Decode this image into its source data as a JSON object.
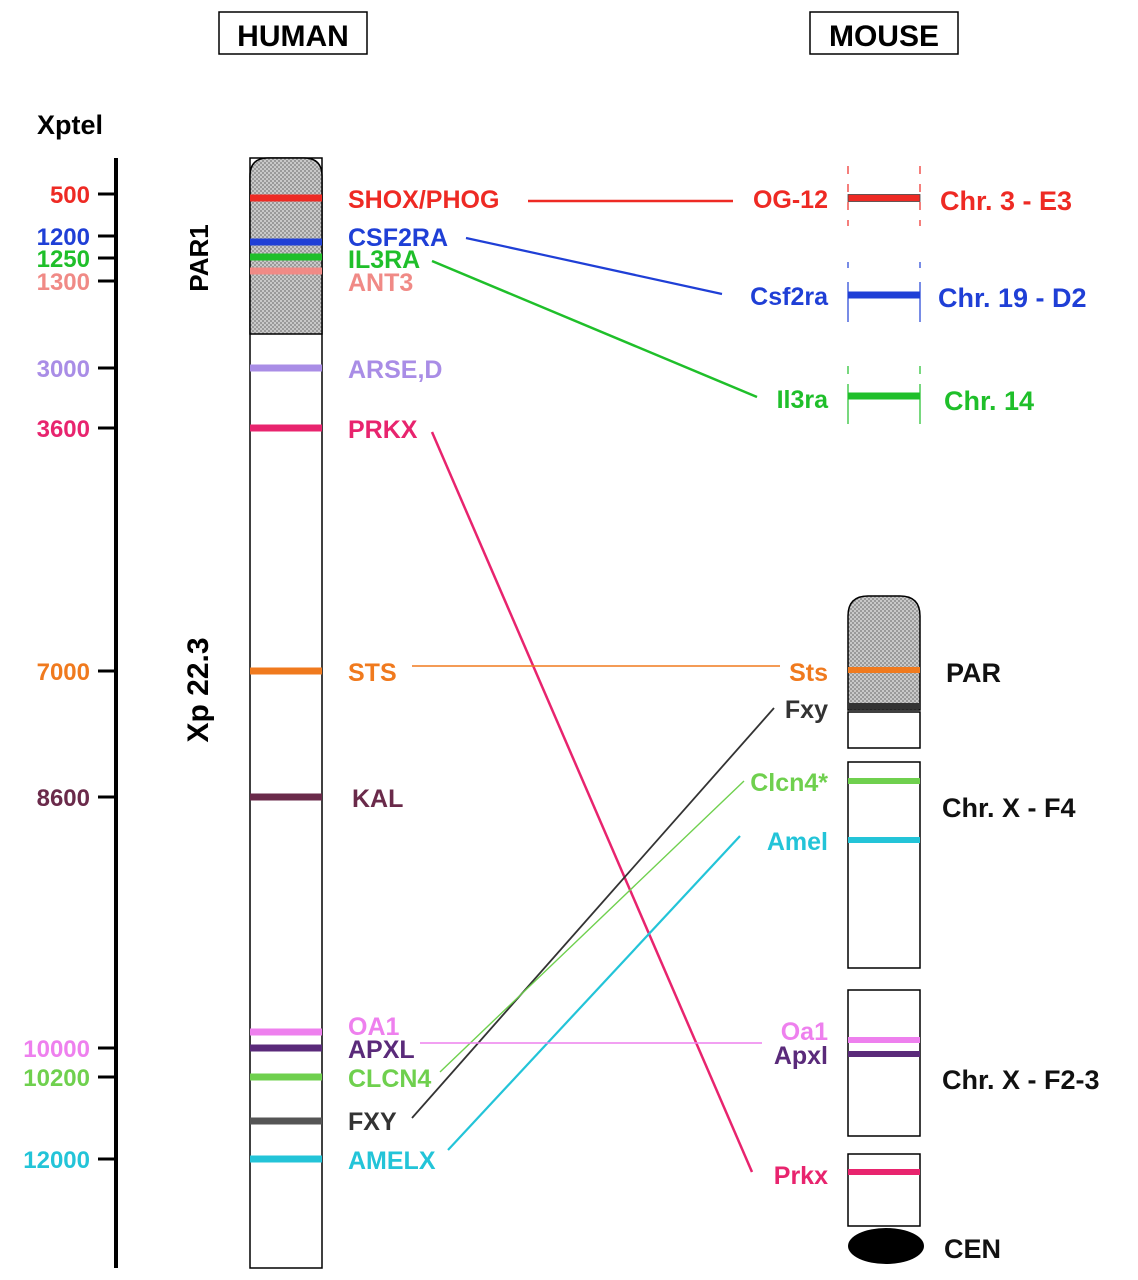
{
  "headers": {
    "human": "HUMAN",
    "mouse": "MOUSE"
  },
  "axis": {
    "title": "Xptel",
    "ticks": [
      {
        "label": "500",
        "color": "#ee2a24"
      },
      {
        "label": "1200",
        "color": "#1f3fd6"
      },
      {
        "label": "1250",
        "color": "#1fbf2a"
      },
      {
        "label": "1300",
        "color": "#f08a86"
      },
      {
        "label": "3000",
        "color": "#a98de6"
      },
      {
        "label": "3600",
        "color": "#e8246e"
      },
      {
        "label": "7000",
        "color": "#f07a1e"
      },
      {
        "label": "8600",
        "color": "#6a2a4a"
      },
      {
        "label": "10000",
        "color": "#ee80ee"
      },
      {
        "label": "10200",
        "color": "#6fd04e"
      },
      {
        "label": "12000",
        "color": "#23c4d8"
      }
    ]
  },
  "human": {
    "region_labels": {
      "par1": "PAR1",
      "xp": "Xp 22.3"
    },
    "genes": [
      {
        "name": "SHOX/PHOG",
        "color": "#ee2a24"
      },
      {
        "name": "CSF2RA",
        "color": "#1f3fd6"
      },
      {
        "name": "IL3RA",
        "color": "#1fbf2a"
      },
      {
        "name": "ANT3",
        "color": "#f08a86"
      },
      {
        "name": "ARSE,D",
        "color": "#a98de6"
      },
      {
        "name": "PRKX",
        "color": "#e8246e"
      },
      {
        "name": "STS",
        "color": "#f07a1e"
      },
      {
        "name": "KAL",
        "color": "#6a2a4a"
      },
      {
        "name": "OA1",
        "color": "#ee80ee"
      },
      {
        "name": "APXL",
        "color": "#5a2a7a"
      },
      {
        "name": "CLCN4",
        "color": "#6fd04e"
      },
      {
        "name": "FXY",
        "color": "#333333"
      },
      {
        "name": "AMELX",
        "color": "#23c4d8"
      }
    ]
  },
  "mouse": {
    "genes": [
      {
        "name": "OG-12",
        "color": "#ee2a24"
      },
      {
        "name": "Csf2ra",
        "color": "#1f3fd6"
      },
      {
        "name": "Il3ra",
        "color": "#1fbf2a"
      },
      {
        "name": "Sts",
        "color": "#f07a1e"
      },
      {
        "name": "Fxy",
        "color": "#333333"
      },
      {
        "name": "Clcn4*",
        "color": "#6fd04e"
      },
      {
        "name": "Amel",
        "color": "#23c4d8"
      },
      {
        "name": "Oa1",
        "color": "#ee80ee"
      },
      {
        "name": "Apxl",
        "color": "#5a2a7a"
      },
      {
        "name": "Prkx",
        "color": "#e8246e"
      }
    ],
    "chromosomes": [
      {
        "label": "Chr. 3 - E3",
        "color": "#ee2a24"
      },
      {
        "label": "Chr. 19 - D2",
        "color": "#1f3fd6"
      },
      {
        "label": "Chr. 14",
        "color": "#1fbf2a"
      },
      {
        "label": "PAR",
        "color": "#111111"
      },
      {
        "label": "Chr. X - F4",
        "color": "#111111"
      },
      {
        "label": "Chr. X - F2-3",
        "color": "#111111"
      },
      {
        "label": "CEN",
        "color": "#111111"
      }
    ]
  }
}
